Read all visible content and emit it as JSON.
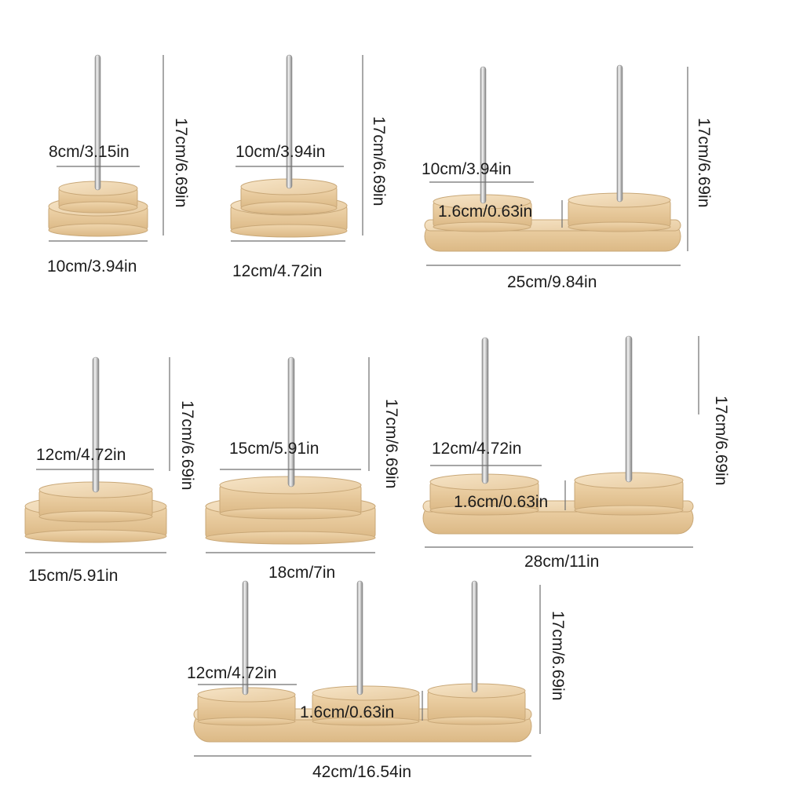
{
  "products": [
    {
      "id": "single-small",
      "label_disc": "8cm/3.15in",
      "label_base": "10cm/3.94in",
      "label_height": "17cm/6.69in"
    },
    {
      "id": "single-medium",
      "label_disc": "10cm/3.94in",
      "label_base": "12cm/4.72in",
      "label_height": "17cm/6.69in"
    },
    {
      "id": "double-25",
      "label_disc": "10cm/3.94in",
      "label_thickness": "1.6cm/0.63in",
      "label_base": "25cm/9.84in",
      "label_height": "17cm/6.69in"
    },
    {
      "id": "single-large",
      "label_disc": "12cm/4.72in",
      "label_base": "15cm/5.91in",
      "label_height": "17cm/6.69in"
    },
    {
      "id": "single-xlarge",
      "label_disc": "15cm/5.91in",
      "label_base": "18cm/7in",
      "label_height": "17cm/6.69in"
    },
    {
      "id": "double-28",
      "label_disc": "12cm/4.72in",
      "label_thickness": "1.6cm/0.63in",
      "label_base": "28cm/11in",
      "label_height": "17cm/6.69in"
    },
    {
      "id": "triple-42",
      "label_disc": "12cm/4.72in",
      "label_thickness": "1.6cm/0.63in",
      "label_base": "42cm/16.54in",
      "label_height": "17cm/6.69in"
    }
  ]
}
